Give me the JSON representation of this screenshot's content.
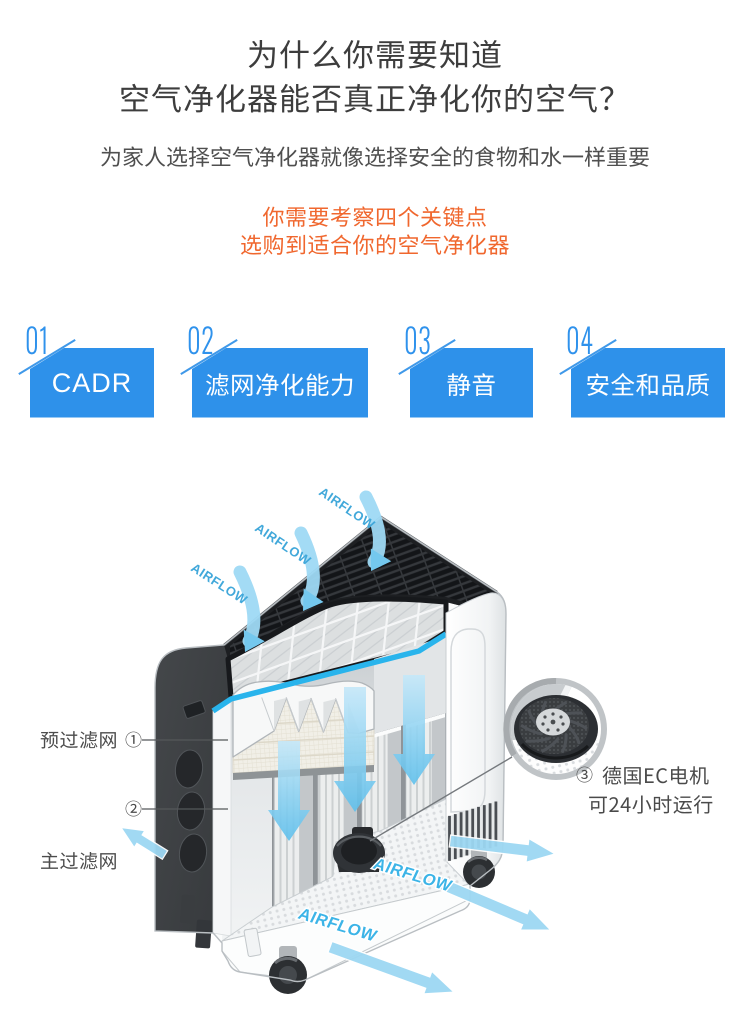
{
  "colors": {
    "accent_blue": "#2e91ea",
    "accent_orange": "#f0672e",
    "title_gray": "#3d3d3d",
    "cyan_band": "#29b4ec",
    "airflow_blue": "#3cb4e7"
  },
  "header": {
    "title_line1": "为什么你需要知道",
    "title_line2": "空气净化器能否真正净化你的空气？",
    "subtitle": "为家人选择空气净化器就像选择安全的食物和水一样重要",
    "highlight_line1": "你需要考察四个关键点",
    "highlight_line2": "选购到适合你的空气净化器"
  },
  "key_points": [
    {
      "number": "01",
      "label": "CADR"
    },
    {
      "number": "02",
      "label": "滤网净化能力"
    },
    {
      "number": "03",
      "label": "静音"
    },
    {
      "number": "04",
      "label": "安全和品质"
    }
  ],
  "diagram": {
    "airflow_label": "AIRFLOW",
    "labels": {
      "prefilter": "预过滤网",
      "prefilter_marker": "①",
      "mainfilter": "主过滤网",
      "mainfilter_marker": "②",
      "motor_marker": "③",
      "motor_line1": "德国EC电机",
      "motor_line2": "可24小时运行"
    }
  }
}
